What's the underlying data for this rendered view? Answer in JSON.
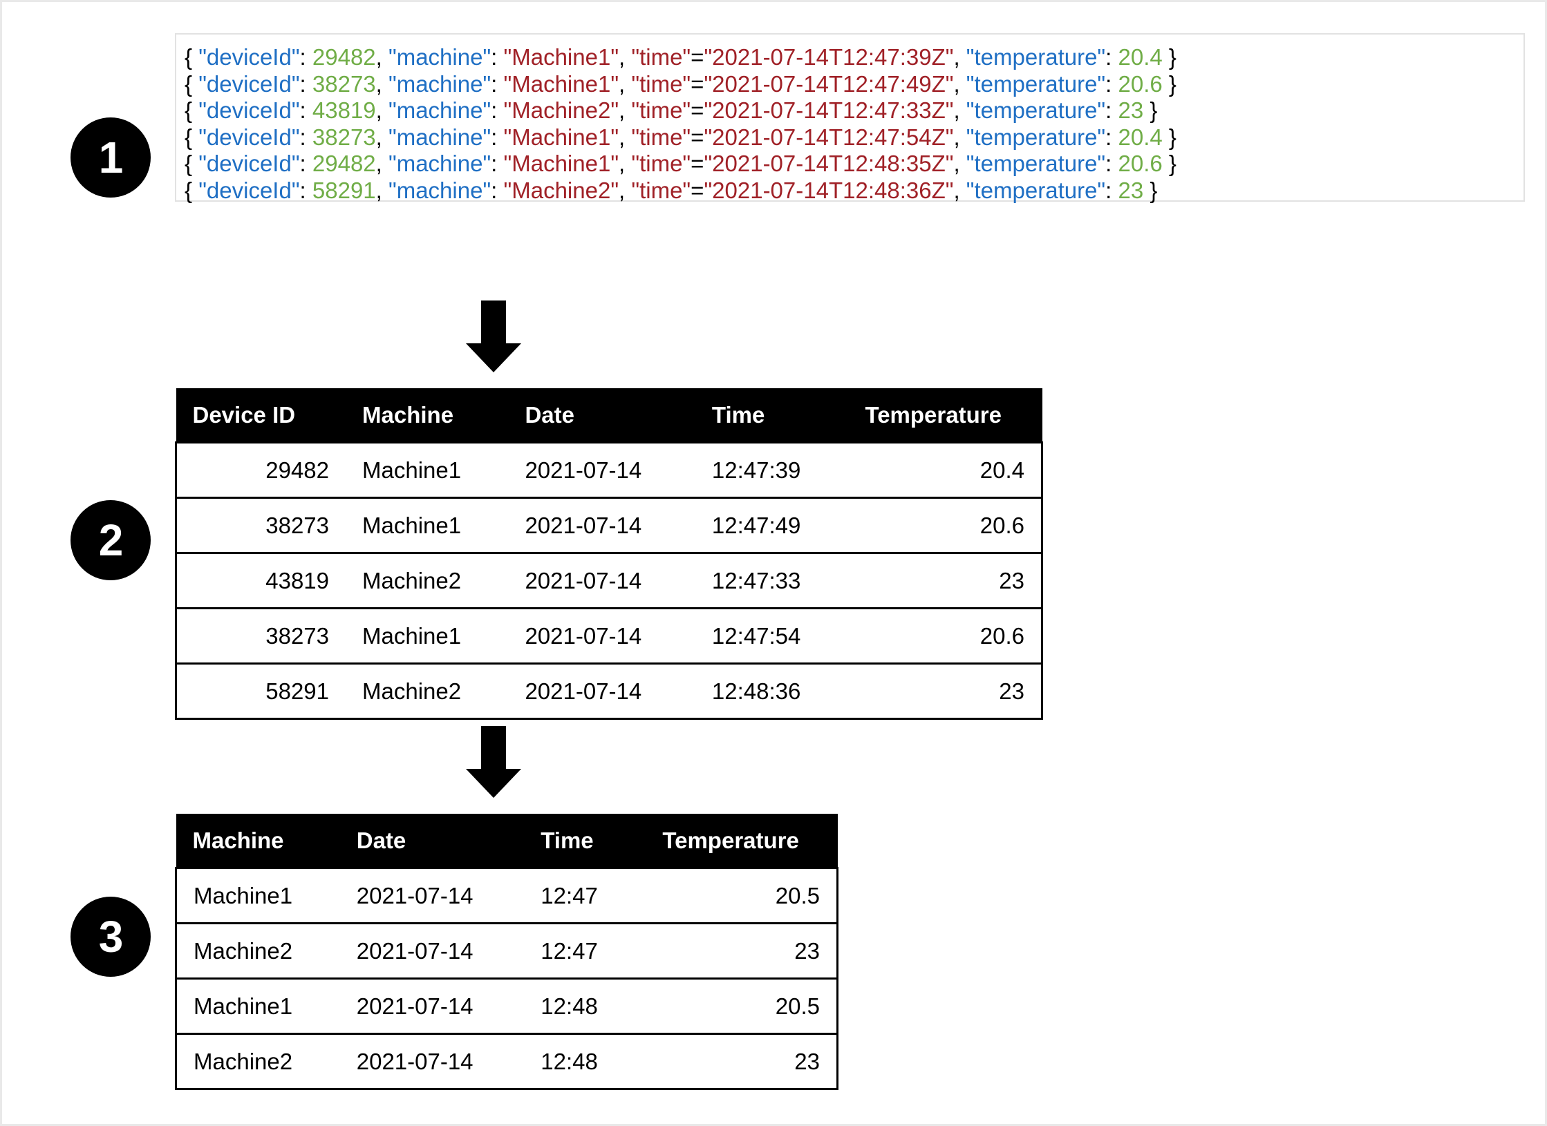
{
  "steps": [
    {
      "number": "1"
    },
    {
      "number": "2"
    },
    {
      "number": "3"
    }
  ],
  "colors": {
    "key_blue": "#1F6FC4",
    "number_green": "#70AD47",
    "string_red": "#A02127",
    "header_black": "#000000",
    "page_background": "#FFFFFF",
    "json_box_border": "#E2E2E2"
  },
  "json_records": [
    {
      "open": "{ ",
      "k_device": "\"deviceId\"",
      "sep1": ": ",
      "v_device": "29482",
      "comma1": ", ",
      "k_machine": "\"machine\"",
      "sep2": ": ",
      "v_machine": "\"Machine1\"",
      "comma2": ", ",
      "k_time": "\"time\"",
      "eq": "=",
      "v_time": "\"2021-07-14T12:47:39Z\"",
      "comma3": ", ",
      "k_temp": "\"temperature\"",
      "sep3": ": ",
      "v_temp": "20.4",
      "close": " }"
    },
    {
      "open": "{ ",
      "k_device": "\"deviceId\"",
      "sep1": ": ",
      "v_device": "38273",
      "comma1": ", ",
      "k_machine": "\"machine\"",
      "sep2": ": ",
      "v_machine": "\"Machine1\"",
      "comma2": ", ",
      "k_time": "\"time\"",
      "eq": "=",
      "v_time": "\"2021-07-14T12:47:49Z\"",
      "comma3": ", ",
      "k_temp": "\"temperature\"",
      "sep3": ": ",
      "v_temp": "20.6",
      "close": " }"
    },
    {
      "open": "{ ",
      "k_device": "\"deviceId\"",
      "sep1": ": ",
      "v_device": "43819",
      "comma1": ", ",
      "k_machine": "\"machine\"",
      "sep2": ": ",
      "v_machine": "\"Machine2\"",
      "comma2": ", ",
      "k_time": "\"time\"",
      "eq": "=",
      "v_time": "\"2021-07-14T12:47:33Z\"",
      "comma3": ", ",
      "k_temp": "\"temperature\"",
      "sep3": ": ",
      "v_temp": "23",
      "close": " }"
    },
    {
      "open": "{ ",
      "k_device": "\"deviceId\"",
      "sep1": ": ",
      "v_device": "38273",
      "comma1": ", ",
      "k_machine": "\"machine\"",
      "sep2": ": ",
      "v_machine": "\"Machine1\"",
      "comma2": ", ",
      "k_time": "\"time\"",
      "eq": "=",
      "v_time": "\"2021-07-14T12:47:54Z\"",
      "comma3": ", ",
      "k_temp": "\"temperature\"",
      "sep3": ": ",
      "v_temp": "20.4",
      "close": " }"
    },
    {
      "open": "{ ",
      "k_device": "\"deviceId\"",
      "sep1": ": ",
      "v_device": "29482",
      "comma1": ", ",
      "k_machine": "\"machine\"",
      "sep2": ": ",
      "v_machine": "\"Machine1\"",
      "comma2": ", ",
      "k_time": "\"time\"",
      "eq": "=",
      "v_time": "\"2021-07-14T12:48:35Z\"",
      "comma3": ", ",
      "k_temp": "\"temperature\"",
      "sep3": ": ",
      "v_temp": "20.6",
      "close": " }"
    },
    {
      "open": "{ ",
      "k_device": "\"deviceId\"",
      "sep1": ": ",
      "v_device": "58291",
      "comma1": ", ",
      "k_machine": "\"machine\"",
      "sep2": ": ",
      "v_machine": "\"Machine2\"",
      "comma2": ", ",
      "k_time": "\"time\"",
      "eq": "=",
      "v_time": "\"2021-07-14T12:48:36Z\"",
      "comma3": ", ",
      "k_temp": "\"temperature\"",
      "sep3": ": ",
      "v_temp": "23",
      "close": " }"
    }
  ],
  "table_detail": {
    "headers": [
      "Device ID",
      "Machine",
      "Date",
      "Time",
      "Temperature"
    ],
    "rows": [
      [
        "29482",
        "Machine1",
        "2021-07-14",
        "12:47:39",
        "20.4"
      ],
      [
        "38273",
        "Machine1",
        "2021-07-14",
        "12:47:49",
        "20.6"
      ],
      [
        "43819",
        "Machine2",
        "2021-07-14",
        "12:47:33",
        "23"
      ],
      [
        "38273",
        "Machine1",
        "2021-07-14",
        "12:47:54",
        "20.6"
      ],
      [
        "58291",
        "Machine2",
        "2021-07-14",
        "12:48:36",
        "23"
      ]
    ]
  },
  "table_aggregate": {
    "headers": [
      "Machine",
      "Date",
      "Time",
      "Temperature"
    ],
    "rows": [
      [
        "Machine1",
        "2021-07-14",
        "12:47",
        "20.5"
      ],
      [
        "Machine2",
        "2021-07-14",
        "12:47",
        "23"
      ],
      [
        "Machine1",
        "2021-07-14",
        "12:48",
        "20.5"
      ],
      [
        "Machine2",
        "2021-07-14",
        "12:48",
        "23"
      ]
    ]
  }
}
